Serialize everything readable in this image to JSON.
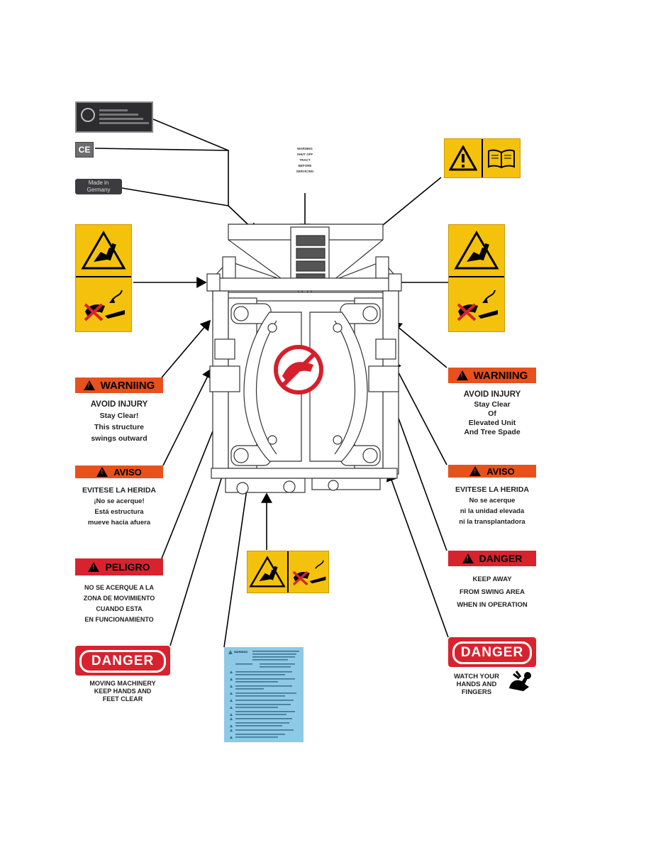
{
  "nameplate": {
    "logo": "",
    "lines": [
      "",
      "",
      "",
      ""
    ]
  },
  "ce_mark": "CE",
  "made_in": {
    "line1": "Made in",
    "line2": "Germany"
  },
  "small_warning": {
    "lines": [
      "WARNING",
      "SHUT OFF",
      "TRACT",
      "BEFORE",
      "SERVICING"
    ]
  },
  "left_warning": {
    "header": "WARNIING",
    "lines": [
      "AVOID INJURY",
      "Stay Clear!",
      "This structure",
      "swings outward"
    ]
  },
  "right_warning": {
    "header": "WARNIING",
    "lines": [
      "AVOID INJURY",
      "Stay Clear",
      "Of",
      "Elevated Unit",
      "And Tree Spade"
    ]
  },
  "left_aviso": {
    "header": "AVISO",
    "lines": [
      "EVITESE LA HERIDA",
      "¡No se acerque!",
      "Está estructura",
      "mueve hacia afuera"
    ]
  },
  "right_aviso": {
    "header": "AVISO",
    "lines": [
      "EVITESE LA HERIDA",
      "No se acerque",
      "ni la unidad elevada",
      "ni la transplantadora"
    ]
  },
  "peligro": {
    "header": "PELIGRO",
    "lines": [
      "NO SE ACERQUE A LA",
      "ZONA DE MOVIMIENTO",
      "CUANDO ESTA",
      "EN FUNCIONAMIENTO"
    ]
  },
  "right_danger_swing": {
    "header": "DANGER",
    "lines": [
      "KEEP AWAY",
      "FROM SWING AREA",
      "WHEN IN OPERATION"
    ]
  },
  "left_danger_moving": {
    "header": "DANGER",
    "lines": [
      "MOVING MACHINERY",
      "KEEP HANDS AND",
      "FEET CLEAR"
    ]
  },
  "right_danger_hands": {
    "header": "DANGER",
    "lines": [
      "WATCH YOUR",
      "HANDS AND",
      "FINGERS"
    ]
  },
  "blue_instruction": {
    "header": "WARNING"
  },
  "colors": {
    "yellow": "#f4c20d",
    "orange": "#e8501c",
    "red": "#d8232f",
    "light_blue": "#8ec9e6",
    "nameplate": "#2d2d30"
  }
}
